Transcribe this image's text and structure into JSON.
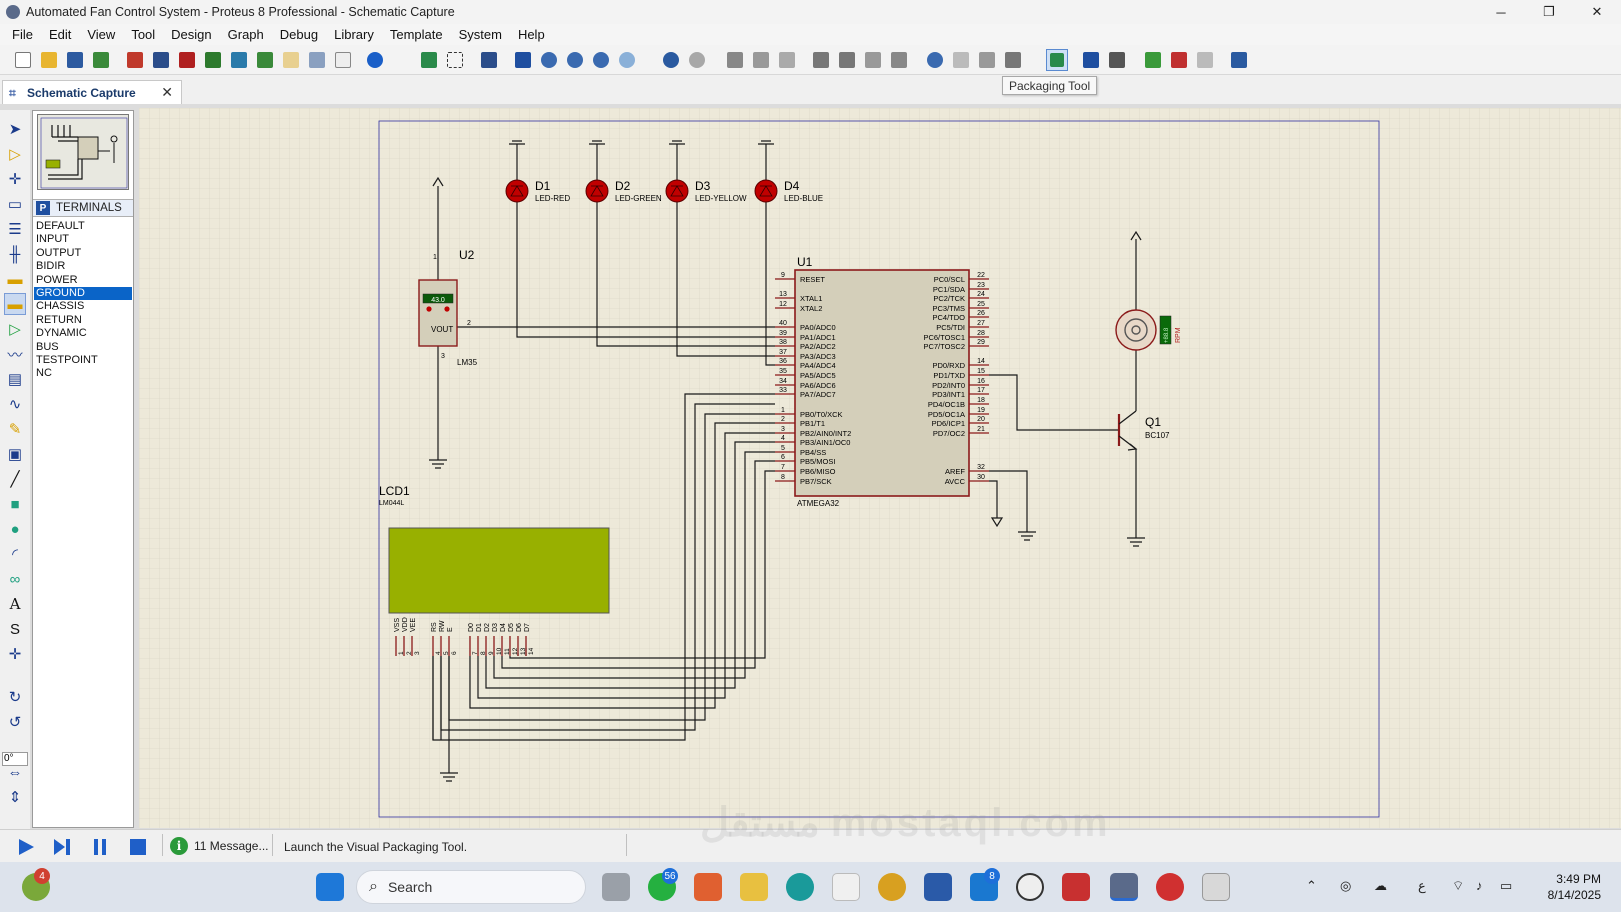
{
  "window": {
    "title": "Automated Fan Control System - Proteus 8 Professional - Schematic Capture",
    "minimize": "─",
    "restore": "❐",
    "close": "✕"
  },
  "menu": [
    "File",
    "Edit",
    "View",
    "Tool",
    "Design",
    "Graph",
    "Debug",
    "Library",
    "Template",
    "System",
    "Help"
  ],
  "tooltip": "Packaging Tool",
  "tab": {
    "label": "Schematic Capture",
    "close": "✕"
  },
  "side_panel": {
    "mode_letter": "P",
    "heading": "TERMINALS",
    "items": [
      "DEFAULT",
      "INPUT",
      "OUTPUT",
      "BIDIR",
      "POWER",
      "GROUND",
      "CHASSIS",
      "RETURN",
      "DYNAMIC",
      "BUS",
      "TESTPOINT",
      "NC"
    ],
    "selected": "GROUND",
    "rotation": "0°"
  },
  "schematic": {
    "leds": [
      {
        "ref": "D1",
        "value": "LED-RED"
      },
      {
        "ref": "D2",
        "value": "LED-GREEN"
      },
      {
        "ref": "D3",
        "value": "LED-YELLOW"
      },
      {
        "ref": "D4",
        "value": "LED-BLUE"
      }
    ],
    "sensor": {
      "ref": "U2",
      "part": "LM35",
      "reading": "43.0",
      "pin_label": "VOUT",
      "pin1": "1",
      "pin2": "2",
      "pin3": "3"
    },
    "mcu": {
      "ref": "U1",
      "part": "ATMEGA32",
      "left_pins": [
        {
          "num": "9",
          "name": "RESET"
        },
        {
          "num": "13",
          "name": "XTAL1"
        },
        {
          "num": "12",
          "name": "XTAL2"
        },
        {
          "num": "40",
          "name": "PA0/ADC0"
        },
        {
          "num": "39",
          "name": "PA1/ADC1"
        },
        {
          "num": "38",
          "name": "PA2/ADC2"
        },
        {
          "num": "37",
          "name": "PA3/ADC3"
        },
        {
          "num": "36",
          "name": "PA4/ADC4"
        },
        {
          "num": "35",
          "name": "PA5/ADC5"
        },
        {
          "num": "34",
          "name": "PA6/ADC6"
        },
        {
          "num": "33",
          "name": "PA7/ADC7"
        },
        {
          "num": "1",
          "name": "PB0/T0/XCK"
        },
        {
          "num": "2",
          "name": "PB1/T1"
        },
        {
          "num": "3",
          "name": "PB2/AIN0/INT2"
        },
        {
          "num": "4",
          "name": "PB3/AIN1/OC0"
        },
        {
          "num": "5",
          "name": "PB4/SS"
        },
        {
          "num": "6",
          "name": "PB5/MOSI"
        },
        {
          "num": "7",
          "name": "PB6/MISO"
        },
        {
          "num": "8",
          "name": "PB7/SCK"
        }
      ],
      "right_pins": [
        {
          "num": "22",
          "name": "PC0/SCL"
        },
        {
          "num": "23",
          "name": "PC1/SDA"
        },
        {
          "num": "24",
          "name": "PC2/TCK"
        },
        {
          "num": "25",
          "name": "PC3/TMS"
        },
        {
          "num": "26",
          "name": "PC4/TDO"
        },
        {
          "num": "27",
          "name": "PC5/TDI"
        },
        {
          "num": "28",
          "name": "PC6/TOSC1"
        },
        {
          "num": "29",
          "name": "PC7/TOSC2"
        },
        {
          "num": "14",
          "name": "PD0/RXD"
        },
        {
          "num": "15",
          "name": "PD1/TXD"
        },
        {
          "num": "16",
          "name": "PD2/INT0"
        },
        {
          "num": "17",
          "name": "PD3/INT1"
        },
        {
          "num": "18",
          "name": "PD4/OC1B"
        },
        {
          "num": "19",
          "name": "PD5/OC1A"
        },
        {
          "num": "20",
          "name": "PD6/ICP1"
        },
        {
          "num": "21",
          "name": "PD7/OC2"
        },
        {
          "num": "32",
          "name": "AREF"
        },
        {
          "num": "30",
          "name": "AVCC"
        }
      ]
    },
    "lcd": {
      "ref": "LCD1",
      "part": "LM044L",
      "pins": [
        {
          "name": "VSS",
          "num": "1"
        },
        {
          "name": "VDD",
          "num": "2"
        },
        {
          "name": "VEE",
          "num": "3"
        },
        {
          "name": "RS",
          "num": "4"
        },
        {
          "name": "RW",
          "num": "5"
        },
        {
          "name": "E",
          "num": "6"
        },
        {
          "name": "D0",
          "num": "7"
        },
        {
          "name": "D1",
          "num": "8"
        },
        {
          "name": "D2",
          "num": "9"
        },
        {
          "name": "D3",
          "num": "10"
        },
        {
          "name": "D4",
          "num": "11"
        },
        {
          "name": "D5",
          "num": "12"
        },
        {
          "name": "D6",
          "num": "13"
        },
        {
          "name": "D7",
          "num": "14"
        }
      ]
    },
    "transistor": {
      "ref": "Q1",
      "part": "BC107"
    },
    "motor": {
      "label": "+88.8",
      "unit": "RPM"
    }
  },
  "status": {
    "messages": "11 Message...",
    "text": "Launch the Visual Packaging Tool."
  },
  "taskbar": {
    "search": "Search",
    "badge_start": "4",
    "badge_whatsapp": "56",
    "badge_vscode": "8",
    "time": "3:49 PM",
    "date": "8/14/2025",
    "lang": "ع"
  },
  "watermark": "مستقل mostaql.com",
  "colors": {
    "canvas_bg": "#ede9d9",
    "grid": "#d6d2c2",
    "wire": "#1a1a1a",
    "pin": "#8b1a1a",
    "chip_fill": "#d4cfba",
    "lcd_green": "#98b000",
    "led_red": "#c00000",
    "sheet_border": "#3030a0"
  }
}
